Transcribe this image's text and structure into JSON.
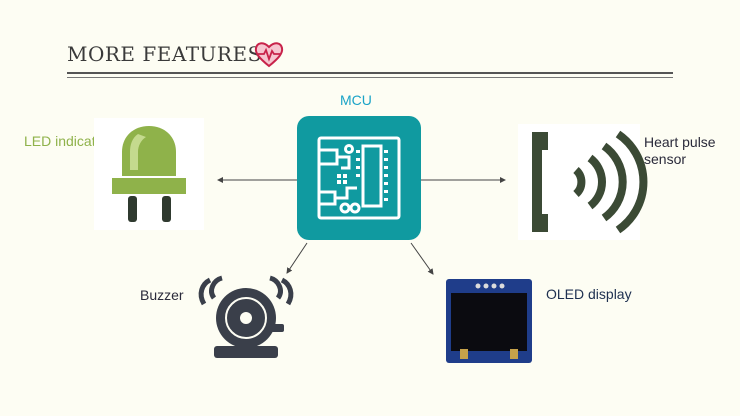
{
  "header": {
    "title": "MORE FEATURES",
    "icon": "heart-pulse-icon"
  },
  "nodes": {
    "mcu": {
      "label": "MCU",
      "color": "#109aa0",
      "icon": "circuit-board-icon"
    },
    "led": {
      "label": "LED indicator",
      "color": "#8fb24a",
      "icon": "led-icon"
    },
    "heart_pulse": {
      "label": "Heart pulse sensor",
      "icon": "pulse-sensor-icon"
    },
    "buzzer": {
      "label": "Buzzer",
      "icon": "bell-icon"
    },
    "oled": {
      "label": "OLED display",
      "icon": "oled-screen-icon"
    }
  },
  "edges": [
    {
      "from": "MCU",
      "to": "LED indicator"
    },
    {
      "from": "MCU",
      "to": "Heart pulse sensor"
    },
    {
      "from": "MCU",
      "to": "Buzzer"
    },
    {
      "from": "MCU",
      "to": "OLED display"
    }
  ]
}
